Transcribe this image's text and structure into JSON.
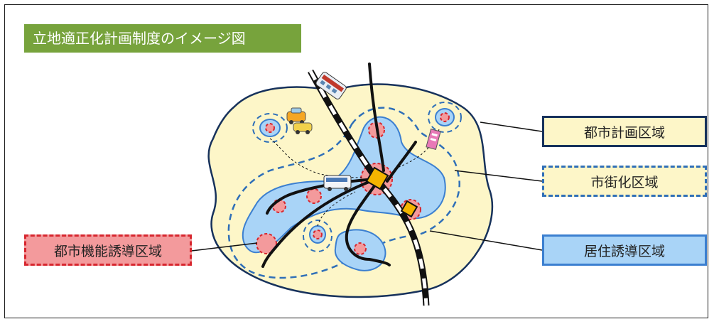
{
  "title": "立地適正化計画制度のイメージ図",
  "labels": {
    "city_planning_area": "都市計画区域",
    "urbanization_area": "市街化区域",
    "residential_inducement_area": "居住誘導区域",
    "urban_function_inducement_area": "都市機能誘導区域"
  },
  "colors": {
    "title_bg": "#77a33c",
    "city_area_fill": "#fdf6c8",
    "city_area_border": "#17325c",
    "urbanization_border": "#2f6fb8",
    "residential_fill": "#a9d4f7",
    "function_fill": "#f39a9c",
    "function_border": "#d7262e"
  },
  "icons": [
    "train-icon",
    "car-icon",
    "bus-icon",
    "building-icon",
    "station-icon"
  ]
}
